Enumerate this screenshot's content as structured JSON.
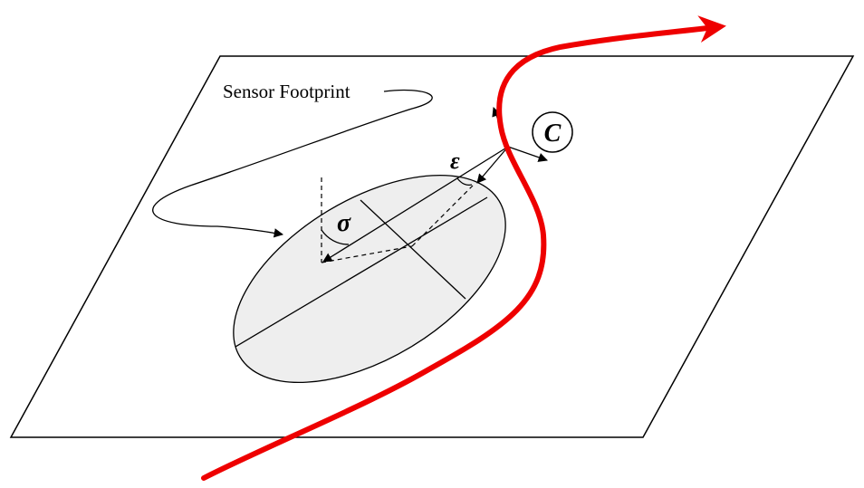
{
  "labels": {
    "sensor_footprint": "Sensor Footprint",
    "curve": "C",
    "sigma": "σ",
    "epsilon": "ε"
  },
  "colors": {
    "curve": "#ee0000",
    "footprint_fill": "#eeeeee",
    "stroke": "#000000",
    "background": "#ffffff"
  }
}
